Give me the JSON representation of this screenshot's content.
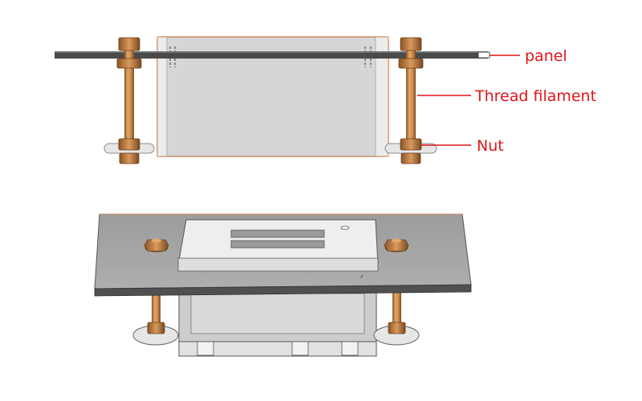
{
  "labels": {
    "panel": "panel",
    "thread_filament": "Thread filament",
    "nut": "Nut"
  },
  "colors": {
    "label_text": "#e0141a",
    "leader_line": "#e0141a",
    "panel_dark": "#4a4a4a",
    "rod_copper": "#c98a4b",
    "rod_copper_dark": "#8a5526",
    "housing_fill": "#d7d7d7",
    "housing_edge": "#d08a5a",
    "plate_fill": "#a3a3a3",
    "plate_edge": "#606060",
    "washer_fill": "#e4e4e4",
    "body_fill": "#c9c9c9"
  },
  "views": {
    "top": "side-view",
    "bottom": "isometric-view"
  }
}
